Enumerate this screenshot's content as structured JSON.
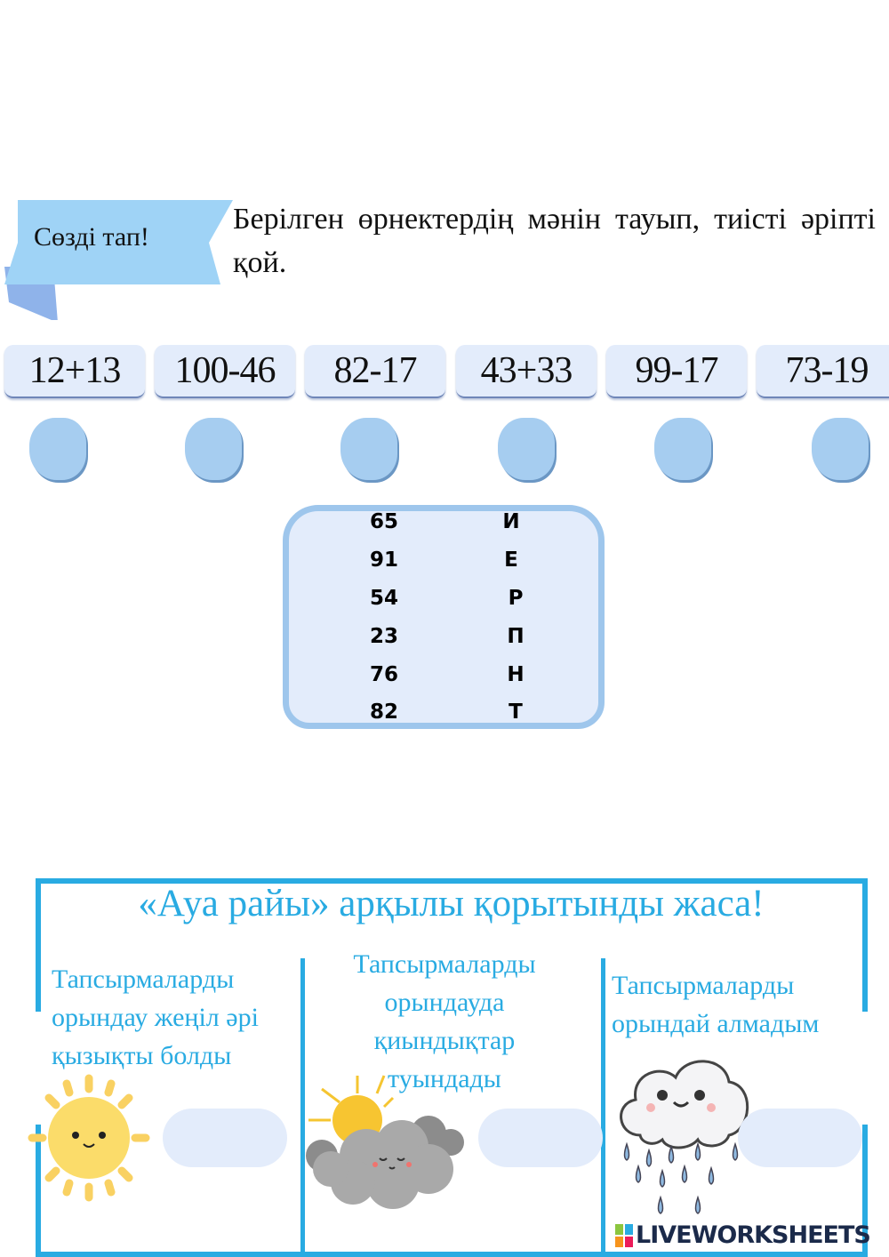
{
  "banner": {
    "label": "Сөзді тап!"
  },
  "instruction": "Берілген өрнектердің мәнін тауып, тиісті әріпті қой.",
  "expressions": [
    "12+13",
    "100-46",
    "82-17",
    "43+33",
    "99-17",
    "73-19"
  ],
  "key": [
    {
      "number": "65",
      "letter": "И"
    },
    {
      "number": "91",
      "letter": "Е"
    },
    {
      "number": "54",
      "letter": "Р"
    },
    {
      "number": "23",
      "letter": "П"
    },
    {
      "number": "76",
      "letter": "Н"
    },
    {
      "number": "82",
      "letter": "Т"
    }
  ],
  "reflection": {
    "title": "«Ауа райы» арқылы қорытынды жаса!",
    "options": [
      {
        "lines": [
          "Тапсырмаларды",
          "орындау жеңіл әрі",
          "қызықты болды"
        ],
        "icon": "sun-icon"
      },
      {
        "lines": [
          "Тапсырмаларды",
          "орындауда",
          "қиындықтар",
          "туындады"
        ],
        "icon": "sun-cloud-icon"
      },
      {
        "lines": [
          "Тапсырмаларды",
          "орындай алмадым"
        ],
        "icon": "rain-cloud-icon"
      }
    ]
  },
  "logo": {
    "text": "LIVEWORKSHEETS"
  },
  "colors": {
    "accent": "#29abe2",
    "box": "#e3ecfb",
    "blob": "#a6cdf0"
  }
}
